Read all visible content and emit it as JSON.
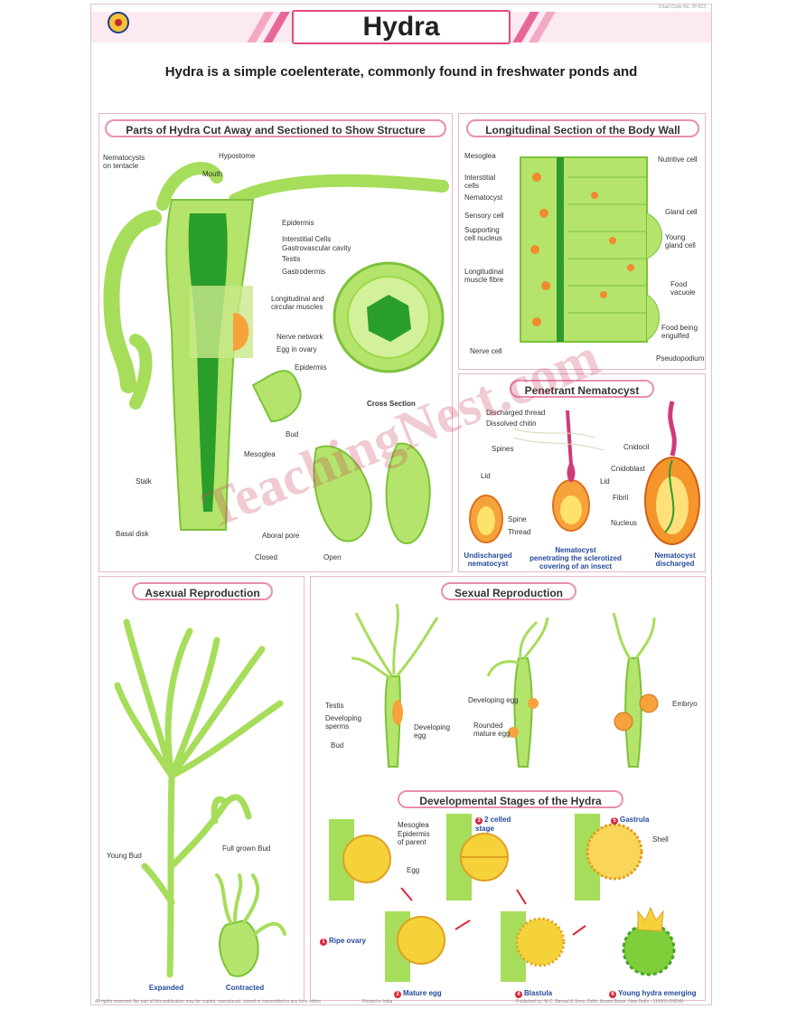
{
  "header": {
    "title": "Hydra",
    "chart_code": "Chart Code No. JP-513"
  },
  "intro": "Hydra is a simple coelenterate, commonly found in freshwater ponds and",
  "panels": {
    "parts": {
      "title": "Parts of Hydra Cut Away and Sectioned to Show Structure",
      "labels": {
        "nematocysts": "Nematocysts\non tentacle",
        "hypostome": "Hypostome",
        "mouth": "Mouth",
        "epidermis": "Epidermis",
        "interstitial": "Interstitial Cells",
        "gastrovascular": "Gastrovascular cavity",
        "testis": "Testis",
        "gastrodermis": "Gastrodermis",
        "muscles": "Longitudinal and\ncircular muscles",
        "nerve_network": "Nerve network",
        "egg_in_ovary": "Egg in ovary",
        "epidermis2": "Epidermis",
        "cross_section": "Cross Section",
        "bud": "Bud",
        "mesoglea": "Mesoglea",
        "stalk": "Stalk",
        "basal_disk": "Basal disk",
        "aboral_pore": "Aboral pore",
        "closed": "Closed",
        "open": "Open"
      }
    },
    "body_wall": {
      "title": "Longitudinal Section of the Body Wall",
      "labels": {
        "mesoglea": "Mesoglea",
        "interstitial": "Interstitial\ncells",
        "nematocyst": "Nematocyst",
        "sensory": "Sensory cell",
        "supporting": "Supporting\ncell nucleus",
        "muscle": "Longitudinal\nmuscle fibre",
        "nerve": "Nerve cell",
        "nutritive": "Nutritive cell",
        "gland": "Gland cell",
        "young_gland": "Young\ngland cell",
        "food_vacuole": "Food\nvacuole",
        "food_engulfed": "Food being\nengulfed",
        "pseudopodium": "Pseudopodium"
      }
    },
    "nematocyst": {
      "title": "Penetrant Nematocyst",
      "labels": {
        "discharged_thread": "Discharged thread",
        "dissolved_chitin": "Dissolved chitin",
        "spines": "Spines",
        "cnidocil": "Cnidocil",
        "cnidoblast": "Cnidoblast",
        "lid": "Lid",
        "lid2": "Lid",
        "spine": "Spine",
        "thread": "Thread",
        "fibril": "Fibril",
        "nucleus": "Nucleus",
        "undischarged": "Undischarged\nnematocyst",
        "penetrating": "Nematocyst\npenetrating the sclerotized\ncovering of an insect",
        "discharged": "Nematocyst\ndischarged"
      }
    },
    "asexual": {
      "title": "Asexual Reproduction",
      "labels": {
        "young_bud": "Young Bud",
        "full_grown": "Full grown Bud",
        "expanded": "Expanded",
        "contracted": "Contracted"
      }
    },
    "sexual": {
      "title": "Sexual Reproduction",
      "labels": {
        "testis": "Testis",
        "sperms": "Developing\nsperms",
        "bud": "Bud",
        "dev_egg": "Developing\negg",
        "dev_egg2": "Developing egg",
        "mature": "Rounded\nmature egg",
        "embryo": "Embryo"
      }
    },
    "development": {
      "title": "Developmental Stages of the Hydra",
      "labels": {
        "mesoglea": "Mesoglea",
        "epidermis_parent": "Epidermis\nof parent",
        "egg": "Egg",
        "two_celled": "2 celled\nstage",
        "gastrula": "Gastrula",
        "shell": "Shell",
        "ripe_ovary": "Ripe ovary",
        "mature_egg": "Mature egg",
        "blastula": "Blastula",
        "young_hydra": "Young hydra emerging"
      },
      "step_numbers": [
        "1",
        "2",
        "3",
        "4",
        "5",
        "6"
      ]
    }
  },
  "watermark": "TeachingNest.com",
  "footer": {
    "left": "All rights reserved. No part of this publication may be copied, reproduced, stored or transmitted in any form without the prior permission of the publishers.",
    "center": "Printed in India",
    "right": "Published by: M.C. Bansal & Sons, Delhi, Anand Bazar, New Delhi - 110003 (INDIA)"
  },
  "colors": {
    "accent": "#e4487d",
    "hydra_green": "#9ed94a",
    "dark_green": "#2e9a2e",
    "egg_yellow": "#f6d23a",
    "caption_blue": "#234a9c"
  }
}
